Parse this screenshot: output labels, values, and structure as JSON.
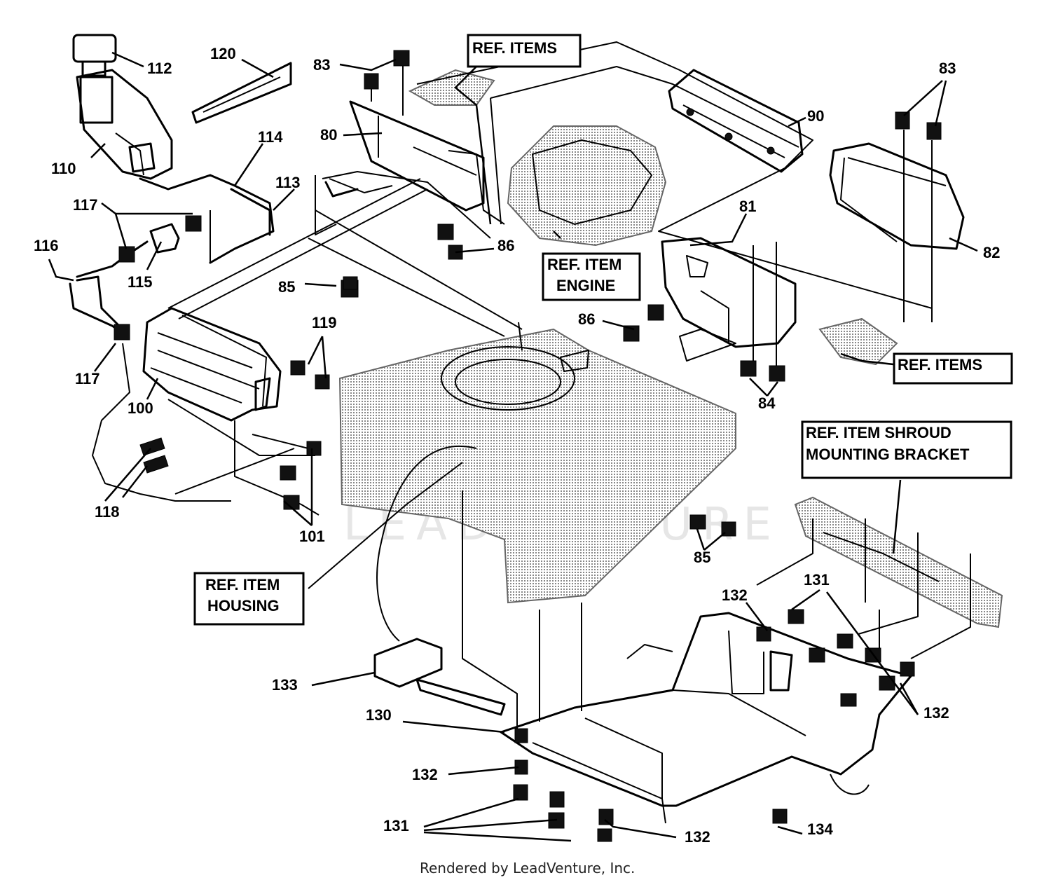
{
  "callouts": {
    "c112": "112",
    "c120": "120",
    "c83a": "83",
    "c83b": "83",
    "c110": "110",
    "c114": "114",
    "c80": "80",
    "c90": "90",
    "c113": "113",
    "c117a": "117",
    "c116": "116",
    "c115": "115",
    "c86a": "86",
    "c81": "81",
    "c82": "82",
    "c85a": "85",
    "c119": "119",
    "c86b": "86",
    "c117b": "117",
    "c84": "84",
    "c100": "100",
    "c118": "118",
    "c101": "101",
    "c85b": "85",
    "c131a": "131",
    "c132a": "132",
    "c133": "133",
    "c130": "130",
    "c132b": "132",
    "c132c": "132",
    "c131b": "131",
    "c132d": "132",
    "c134": "134"
  },
  "ref_boxes": {
    "ref_items_top": {
      "line1": "REF. ITEMS"
    },
    "ref_item_engine": {
      "line1": "REF. ITEM",
      "line2": "ENGINE"
    },
    "ref_items_right": {
      "line1": "REF. ITEMS"
    },
    "ref_item_shroud": {
      "line1": "REF. ITEM SHROUD",
      "line2": "MOUNTING BRACKET"
    },
    "ref_item_housing": {
      "line1": "REF. ITEM",
      "line2": "HOUSING"
    }
  },
  "watermark": "LEADVENTURE",
  "footer": "Rendered by LeadVenture, Inc."
}
